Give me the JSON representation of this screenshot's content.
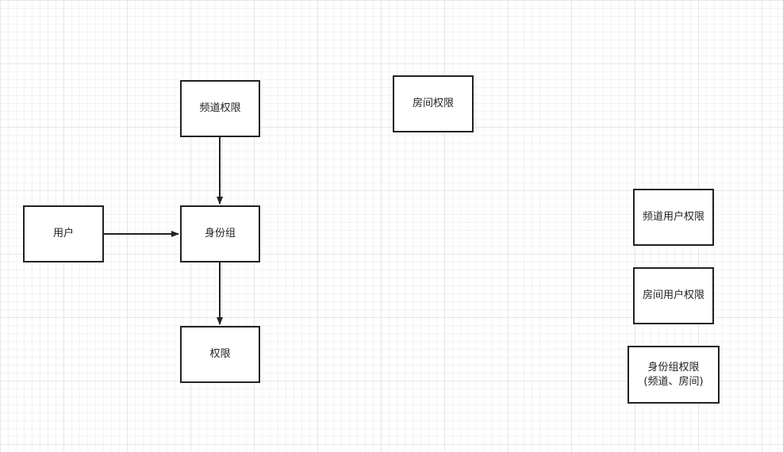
{
  "nodes": {
    "channel_permission": {
      "label": "频道权限"
    },
    "room_permission": {
      "label": "房间权限"
    },
    "user": {
      "label": "用户"
    },
    "role_group": {
      "label": "身份组"
    },
    "permission": {
      "label": "权限"
    },
    "channel_user_permission": {
      "label": "频道用户权限"
    },
    "room_user_permission": {
      "label": "房间用户权限"
    },
    "role_group_permission": {
      "line1": "身份组权限",
      "line2": "(频道、房间)"
    }
  },
  "edges": [
    {
      "from": "频道权限",
      "to": "身份组"
    },
    {
      "from": "用户",
      "to": "身份组"
    },
    {
      "from": "身份组",
      "to": "权限"
    }
  ],
  "colors": {
    "stroke": "#222222",
    "node_fill": "#ffffff",
    "grid_major": "#e6e6e6",
    "grid_minor": "#f3f3f3"
  }
}
